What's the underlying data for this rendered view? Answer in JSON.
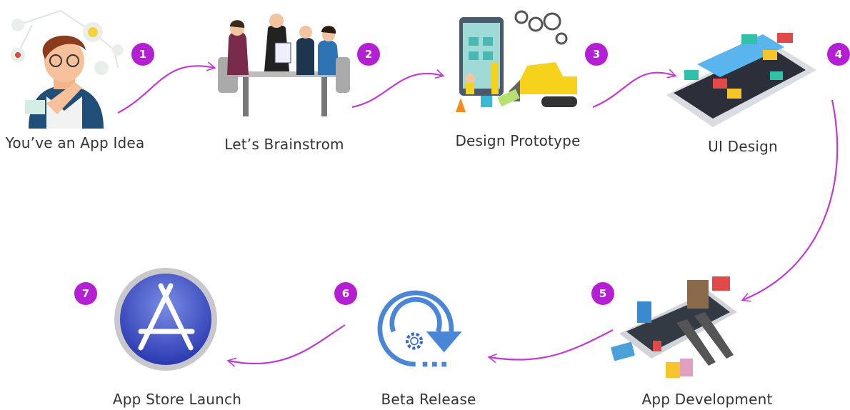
{
  "colors": {
    "badge": "#b41fd3",
    "arrow": "#c23ad6",
    "beta_icon": "#4a86d8",
    "text": "#333333"
  },
  "steps": [
    {
      "number": "1",
      "label": "You’ve an App Idea",
      "icon": "thinking-person-icon"
    },
    {
      "number": "2",
      "label": "Let’s Brainstrom",
      "icon": "meeting-team-icon"
    },
    {
      "number": "3",
      "label": "Design Prototype",
      "icon": "construction-gears-icon"
    },
    {
      "number": "4",
      "label": "UI Design",
      "icon": "phone-ui-icon"
    },
    {
      "number": "5",
      "label": "App Development",
      "icon": "phone-city-icon"
    },
    {
      "number": "6",
      "label": "Beta Release",
      "icon": "refresh-gear-icon"
    },
    {
      "number": "7",
      "label": "App Store Launch",
      "icon": "app-store-icon"
    }
  ]
}
